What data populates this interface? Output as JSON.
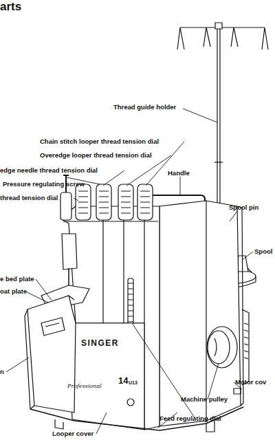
{
  "diagram": {
    "title": "arts",
    "labels": [
      "Thread guide holder",
      "Chain stitch looper thread tension dial",
      "Overedge looper thread tension dial",
      "edge needle thread tension dial",
      "Pressure regulating screw",
      "thread tension dial",
      "Handle",
      "Spool pin",
      "Spool",
      "e bed plate",
      "oat plate",
      "n",
      "Motor cov",
      "Machine pulley",
      "Feed regulating dial",
      "Looper cover",
      "SINGER",
      "Professional",
      "14",
      "U13"
    ]
  }
}
